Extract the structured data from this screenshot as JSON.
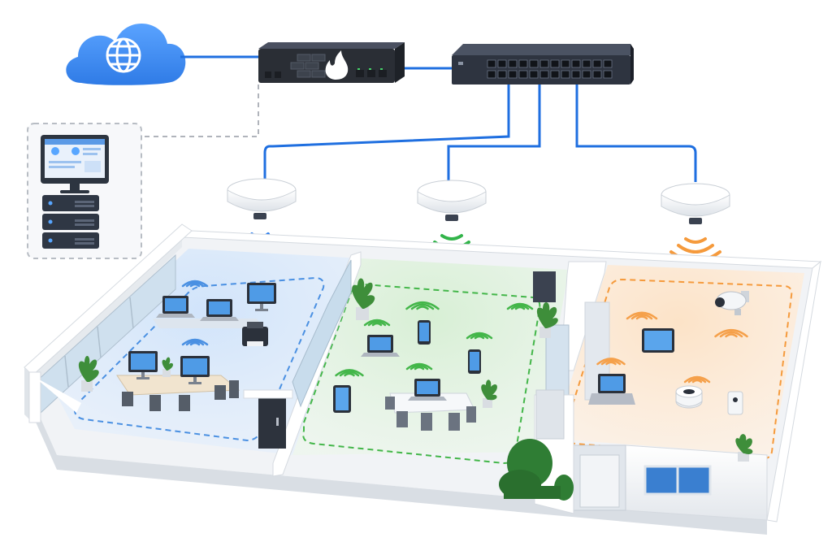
{
  "colors": {
    "background": "#ffffff",
    "cloud": "#3b82f6",
    "cable": "#1f6fe0",
    "management_link": "#b0b4bb",
    "firewall_body": "#2a2e35",
    "firewall_flame": "#ffffff",
    "switch_body": "#2e3440",
    "zone_blue": "#4a90e2",
    "zone_green": "#43b649",
    "zone_orange": "#f5a04a",
    "wall": "#eef1f4",
    "floor": "#f4f6f8",
    "plant": "#3e8e3a"
  },
  "icons": {
    "internet": "globe-icon",
    "firewall": "flame-icon",
    "switch": "ethernet-switch",
    "access_point": "ceiling-access-point",
    "management_monitor": "monitor-dashboard-icon",
    "management_server": "server-rack-icon",
    "camera": "security-camera-icon",
    "speaker": "smart-speaker-icon",
    "sensor": "wall-sensor-icon",
    "tablet": "tablet-icon",
    "phone": "smartphone-icon",
    "laptop": "laptop-icon",
    "desktop": "desktop-monitor-icon",
    "printer": "printer-icon",
    "wifi": "wifi-signal-icon"
  },
  "zones": [
    {
      "id": "office",
      "color": "#4a90e2",
      "devices": [
        "laptop",
        "laptop",
        "desktop",
        "printer",
        "desktop",
        "desktop"
      ]
    },
    {
      "id": "meeting",
      "color": "#43b649",
      "devices": [
        "laptop",
        "phone",
        "phone",
        "tablet",
        "laptop"
      ]
    },
    {
      "id": "smart-home",
      "color": "#f5a04a",
      "devices": [
        "camera",
        "tablet",
        "laptop",
        "speaker",
        "sensor"
      ]
    }
  ]
}
